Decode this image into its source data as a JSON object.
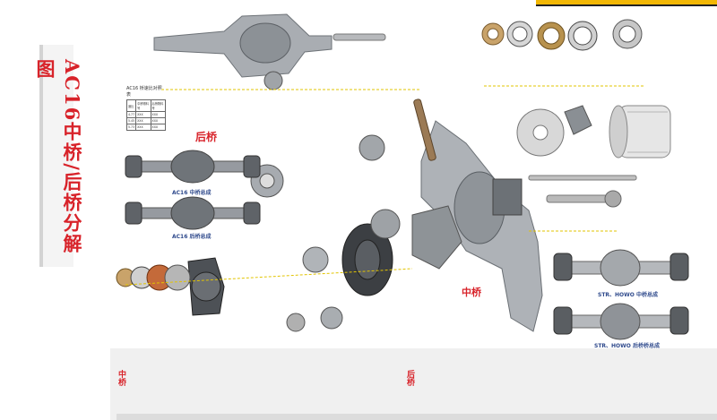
{
  "vertical_title": "AC16中桥/后桥分解图",
  "labels": {
    "rear_axle": "后桥",
    "middle_axle": "中桥",
    "ac16_middle": "AC16 中桥总成",
    "ac16_rear": "AC16 后桥总成",
    "str_middle": "STR、HOWO 中桥总成",
    "str_rear": "STR、HOWO 后桥桥总成"
  },
  "ratio_table": {
    "title": "AC16 桥速比对照表",
    "headers": [
      "速比",
      "中桥物料号",
      "后桥物料号"
    ],
    "rows": [
      [
        "4.77",
        "XXX",
        "XXX"
      ],
      [
        "5.45",
        "XXX",
        "XXX"
      ],
      [
        "5.73",
        "XXX",
        "XXX"
      ]
    ]
  },
  "bottom_legend": {
    "middle_label": "中桥",
    "rear_label": "后桥"
  },
  "colors": {
    "accent_red": "#d8232a",
    "accent_yellow": "#f2b705",
    "label_blue": "#2f4a8c"
  }
}
